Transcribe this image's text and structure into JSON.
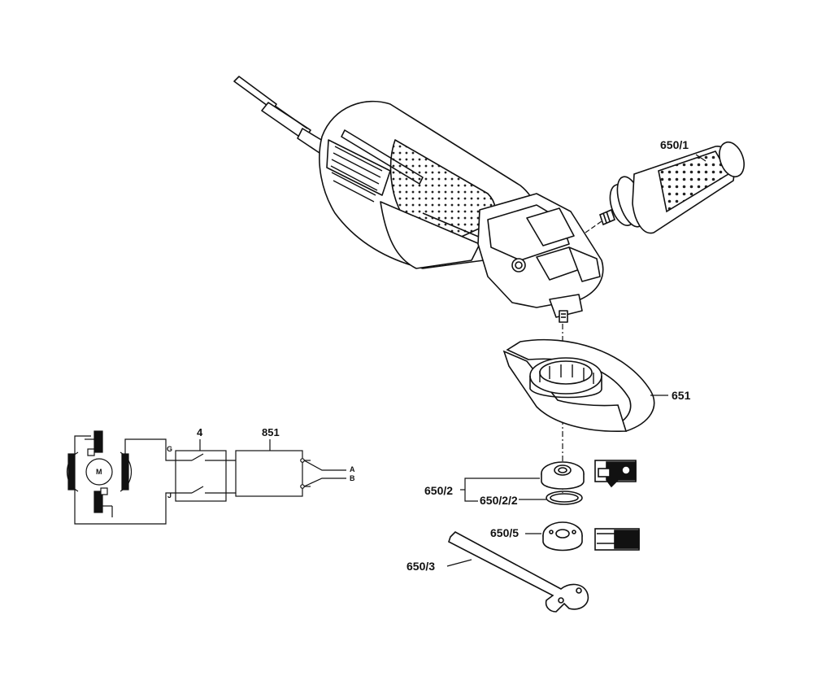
{
  "parts": {
    "aux_handle": "650/1",
    "guard": "651",
    "flange_assembly": "650/2",
    "flange_sub": "650/2/2",
    "clamp_nut": "650/5",
    "spanner_wrench": "650/3"
  },
  "schematic": {
    "switch_label": "4",
    "filter_label": "851",
    "motor_label": "M",
    "terminal_g": "G",
    "terminal_j": "J",
    "line_a": "A",
    "line_b": "B"
  },
  "colors": {
    "line": "#111111",
    "background": "#ffffff"
  }
}
